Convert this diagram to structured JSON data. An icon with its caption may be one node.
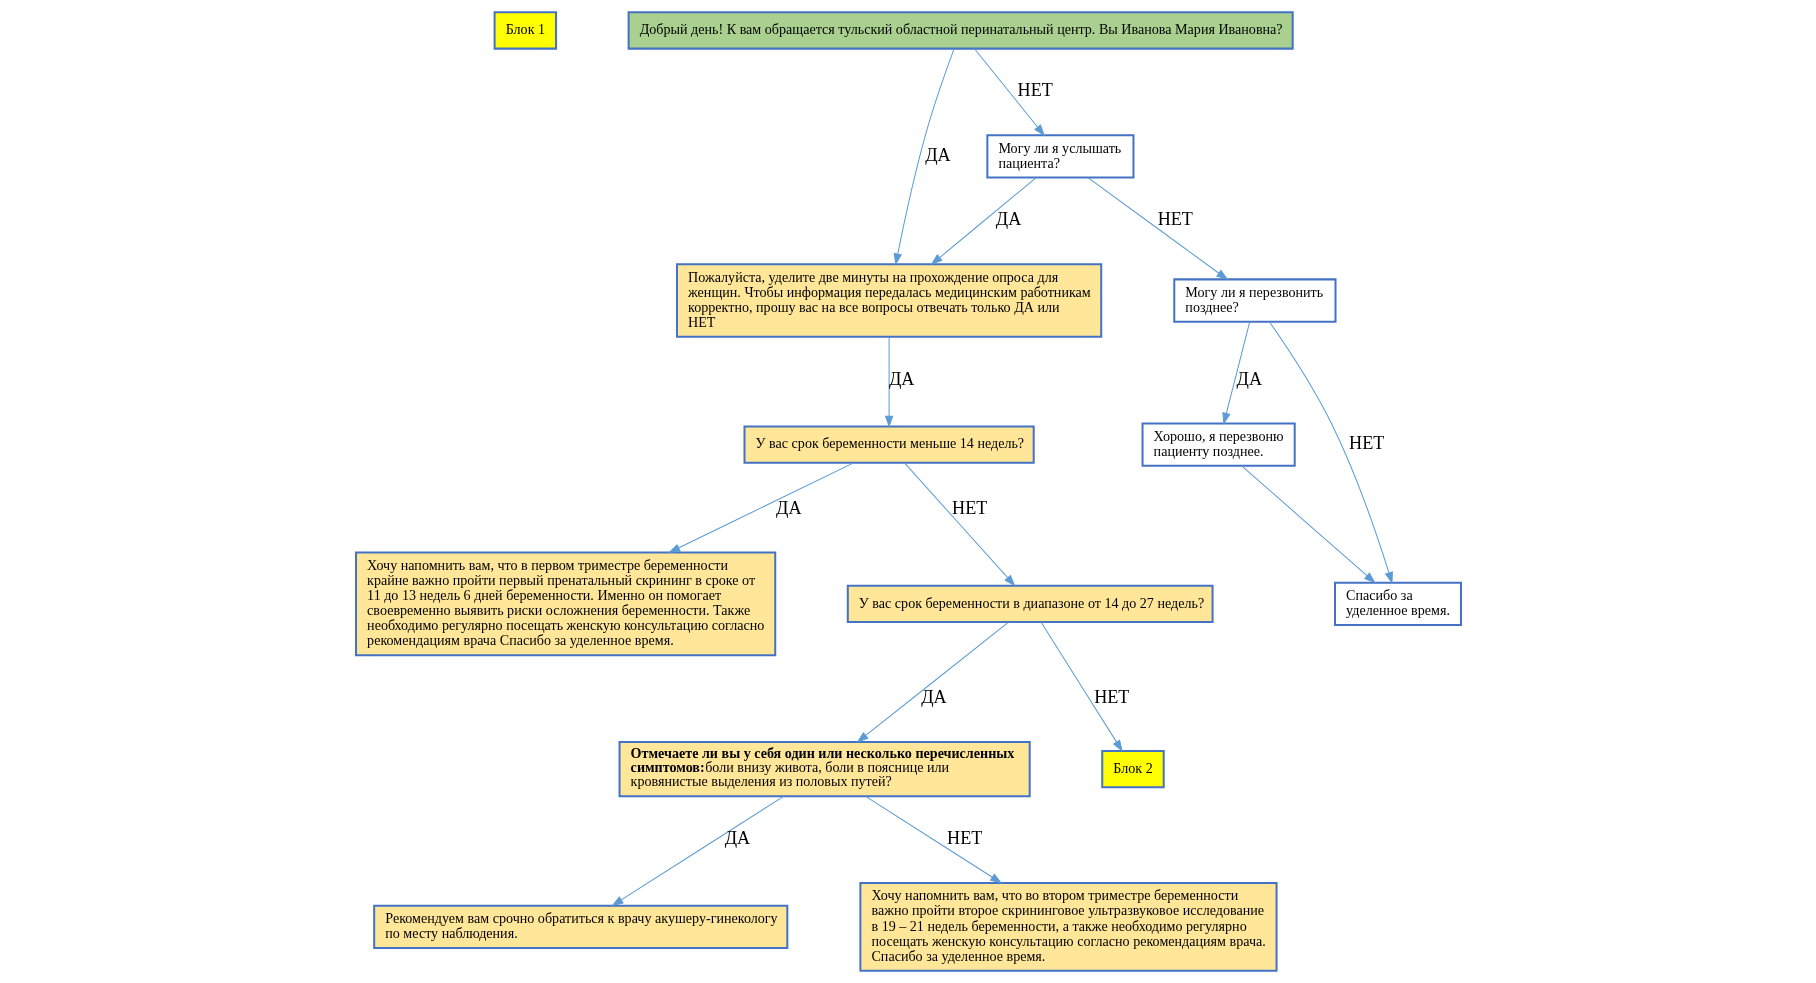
{
  "diagram": {
    "nodes": [
      {
        "text": [
          "Блок 1"
        ]
      },
      {
        "text": [
          "Добрый день! К вам обращается тульский областной перинатальный центр. Вы Иванова Мария Ивановна?"
        ]
      },
      {
        "text": [
          "Пожалуйста, уделите две минуты на прохождение опроса для женщин. Чтобы информация передалась медицинским работникам корректно, прошу вас на все вопросы отвечать только ДА или НЕТ"
        ]
      },
      {
        "text": [
          "Могу ли я услышать пациента?"
        ]
      },
      {
        "text": [
          "Могу ли я перезвонить позднее?"
        ]
      },
      {
        "text": [
          "Хорошо, я перезвоню пациенту позднее."
        ]
      },
      {
        "text": [
          "У вас срок беременности меньше 14 недель?"
        ]
      },
      {
        "text": [
          "Хочу напомнить вам, что в первом триместре беременности крайне важно пройти первый пренатальный скрининг в сроке от 11 до 13 недель 6 дней беременности. Именно он помогает своевременно выявить риски осложнения беременности. Также необходимо регулярно посещать женскую консультацию согласно рекомендациям врача Спасибо за уделенное время."
        ]
      },
      {
        "text": [
          "У вас срок беременности в диапазоне от 14 до 27 недель?"
        ]
      },
      {
        "text": [
          "**Отмечаете ли вы у себя один или несколько перечисленных симптомов:**боли внизу живота, боли в пояснице или кровянистые выделения из половых путей?"
        ]
      },
      {
        "text": [
          "Блок 2"
        ]
      },
      {
        "text": [
          "Рекомендуем вам срочно обратиться к врачу акушеру-гинекологу по месту наблюдения."
        ]
      },
      {
        "text": [
          "Хочу напомнить вам, что во втором триместре беременности важно пройти второе скрининговое ультразвуковое исследование в 19 – 21 недель беременности, а также необходимо регулярно посещать женскую консультацию согласно рекомендациям врача. Спасибо за уделенное время."
        ]
      },
      {
        "text": [
          "Спасибо за уделенное время."
        ]
      }
    ],
    "edges": [
      {
        "from": 1,
        "to": 2,
        "arrow": "to",
        "label": "ДА"
      },
      {
        "from": 1,
        "to": 3,
        "arrow": "to",
        "label": "НЕТ"
      },
      {
        "from": 2,
        "to": 6,
        "arrow": "to",
        "label": "ДА"
      },
      {
        "from": 3,
        "to": 4,
        "arrow": "to",
        "label": "НЕТ"
      },
      {
        "from": 3,
        "to": 2,
        "arrow": "to",
        "label": "ДА"
      },
      {
        "from": 4,
        "to": 5,
        "arrow": "to",
        "label": "ДА"
      },
      {
        "from": 4,
        "to": 13,
        "arrow": "to",
        "label": "НЕТ"
      },
      {
        "from": 5,
        "to": 13,
        "arrow": "to"
      },
      {
        "from": 6,
        "to": 7,
        "arrow": "to",
        "label": "ДА"
      },
      {
        "from": 6,
        "to": 8,
        "arrow": "to",
        "label": "НЕТ"
      },
      {
        "from": 8,
        "to": 9,
        "arrow": "to",
        "label": "ДА"
      },
      {
        "from": 8,
        "to": 10,
        "arrow": "to",
        "label": "НЕТ"
      },
      {
        "from": 9,
        "to": 11,
        "arrow": "to",
        "label": "ДА"
      },
      {
        "from": 9,
        "to": 12,
        "arrow": "to",
        "label": "НЕТ"
      }
    ]
  }
}
